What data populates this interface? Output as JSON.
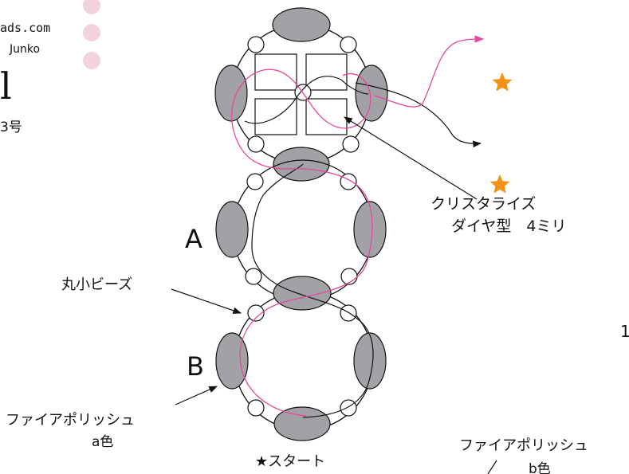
{
  "header": {
    "site_fragment": "ads.com",
    "author_fragment": "Junko",
    "title_fragment": "l",
    "size_fragment": "3号"
  },
  "labels": {
    "crystal_line1": "クリスタライズ",
    "crystal_line2": "ダイヤ型　4ミリ",
    "ring_a": "A",
    "ring_b": "B",
    "small_bead": "丸小ビーズ",
    "fire_polish_a_line1": "ファイアポリッシュ",
    "fire_polish_a_line2": "a色",
    "start": "★スタート",
    "fire_polish_b_line1": "ファイアポリッシュ",
    "fire_polish_b_line2": "b色",
    "step_fragment": "1"
  },
  "colors": {
    "thread_pink": "#e3489a",
    "thread_black": "#111111",
    "bead_gray": "#a2a2a6",
    "star_orange": "#f39212",
    "dot_pink": "#f2d2dc"
  },
  "icons": {
    "star": "star-icon",
    "dot": "dot-icon"
  }
}
